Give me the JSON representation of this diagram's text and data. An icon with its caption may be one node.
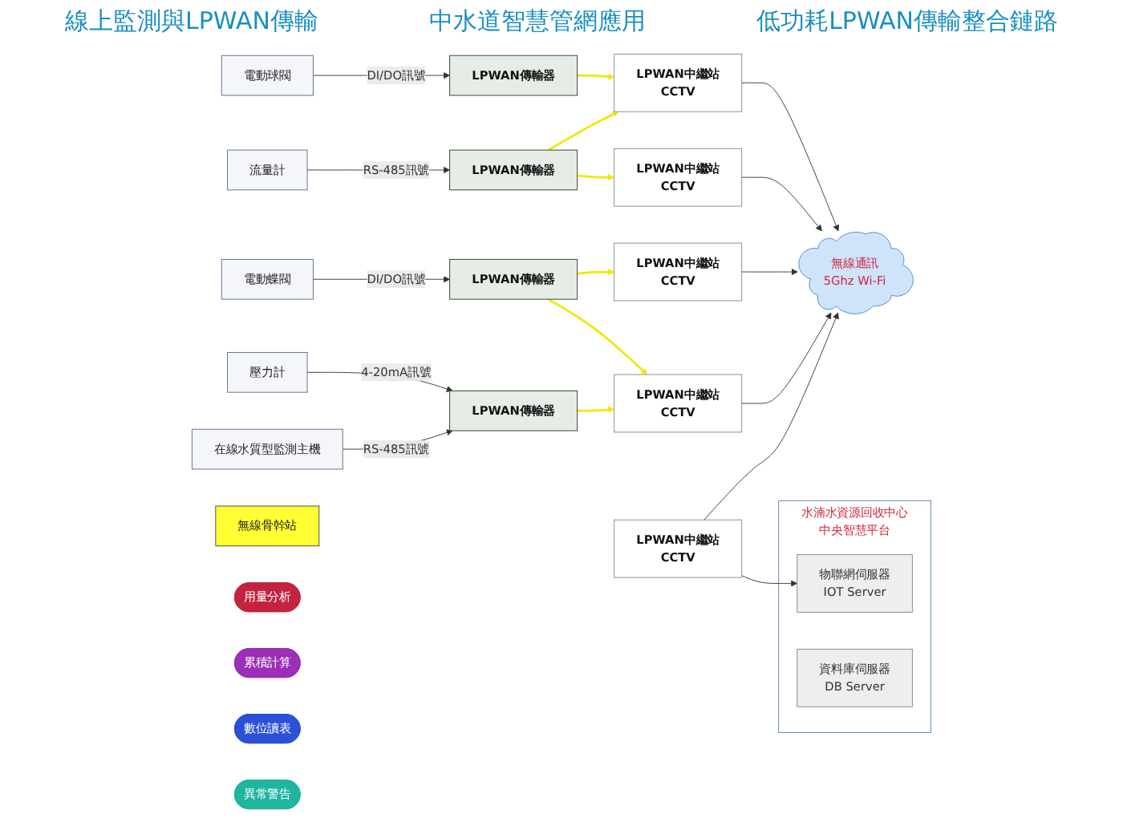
{
  "diagram": {
    "nodes": [
      {
        "text": [
          "電動球閥"
        ]
      },
      {
        "text": [
          "流量計"
        ]
      },
      {
        "text": [
          "電動蝶閥"
        ]
      },
      {
        "text": [
          "壓力計"
        ]
      },
      {
        "text": [
          "在線水質型監測主機"
        ]
      },
      {
        "text": [
          "LPWAN傳輸器"
        ]
      },
      {
        "text": [
          "LPWAN傳輸器"
        ]
      },
      {
        "text": [
          "LPWAN傳輸器"
        ]
      },
      {
        "text": [
          "LPWAN傳輸器"
        ]
      },
      {
        "text": [
          "無線骨幹站"
        ]
      },
      {
        "text": [
          "LPWAN中繼站",
          "CCTV"
        ]
      },
      {
        "text": [
          "LPWAN中繼站",
          "CCTV"
        ]
      },
      {
        "text": [
          "LPWAN中繼站",
          "CCTV"
        ]
      },
      {
        "text": [
          "LPWAN中繼站",
          "CCTV"
        ]
      },
      {
        "text": [
          "無線通訊",
          "5Ghz Wi-Fi"
        ]
      },
      {
        "text": [
          "水湳水資源回收中心",
          "中央智慧平台"
        ]
      },
      {
        "text": [
          "物聯網伺服器",
          "IOT Server"
        ],
        "in": 15
      },
      {
        "text": [
          "資料庫伺服器",
          "DB Server"
        ],
        "in": 15
      },
      {
        "text": [
          "LPWAN中繼站",
          "CCTV"
        ]
      },
      {
        "text": [
          "用量分析"
        ]
      },
      {
        "text": [
          "累積計算"
        ]
      },
      {
        "text": [
          "數位讀表"
        ]
      },
      {
        "text": [
          "異常警告"
        ]
      }
    ],
    "edges": [
      {
        "from": 0,
        "to": 5,
        "arrow": "to",
        "label": "DI/DO訊號"
      },
      {
        "from": 1,
        "to": 6,
        "arrow": "to",
        "label": "RS-485訊號"
      },
      {
        "from": 2,
        "to": 7,
        "arrow": "to",
        "label": "DI/DO訊號"
      },
      {
        "from": 3,
        "to": 8,
        "arrow": "to",
        "label": "4-20mA訊號"
      },
      {
        "from": 4,
        "to": 8,
        "arrow": "to",
        "label": "RS-485訊號"
      },
      {
        "from": 5,
        "to": 10,
        "arrow": "to",
        "color": "#f0e800"
      },
      {
        "from": 6,
        "to": 10,
        "arrow": "to",
        "color": "#f0e800"
      },
      {
        "from": 6,
        "to": 11,
        "arrow": "to",
        "color": "#f0e800"
      },
      {
        "from": 7,
        "to": 12,
        "arrow": "to",
        "color": "#f0e800"
      },
      {
        "from": 7,
        "to": 13,
        "arrow": "to",
        "color": "#f0e800"
      },
      {
        "from": 8,
        "to": 13,
        "arrow": "to",
        "color": "#f0e800"
      },
      {
        "from": 10,
        "to": 14,
        "arrow": "to"
      },
      {
        "from": 11,
        "to": 14,
        "arrow": "to"
      },
      {
        "from": 12,
        "to": 14,
        "arrow": "to"
      },
      {
        "from": 13,
        "to": 14,
        "arrow": "to"
      },
      {
        "from": 18,
        "to": 14,
        "arrow": "to"
      },
      {
        "from": 18,
        "to": 16,
        "arrow": "to"
      }
    ],
    "labels": [
      "線上監測與LPWAN傳輸",
      "中水道智慧管網應用",
      "低功耗LPWAN傳輸整合鏈路"
    ]
  }
}
